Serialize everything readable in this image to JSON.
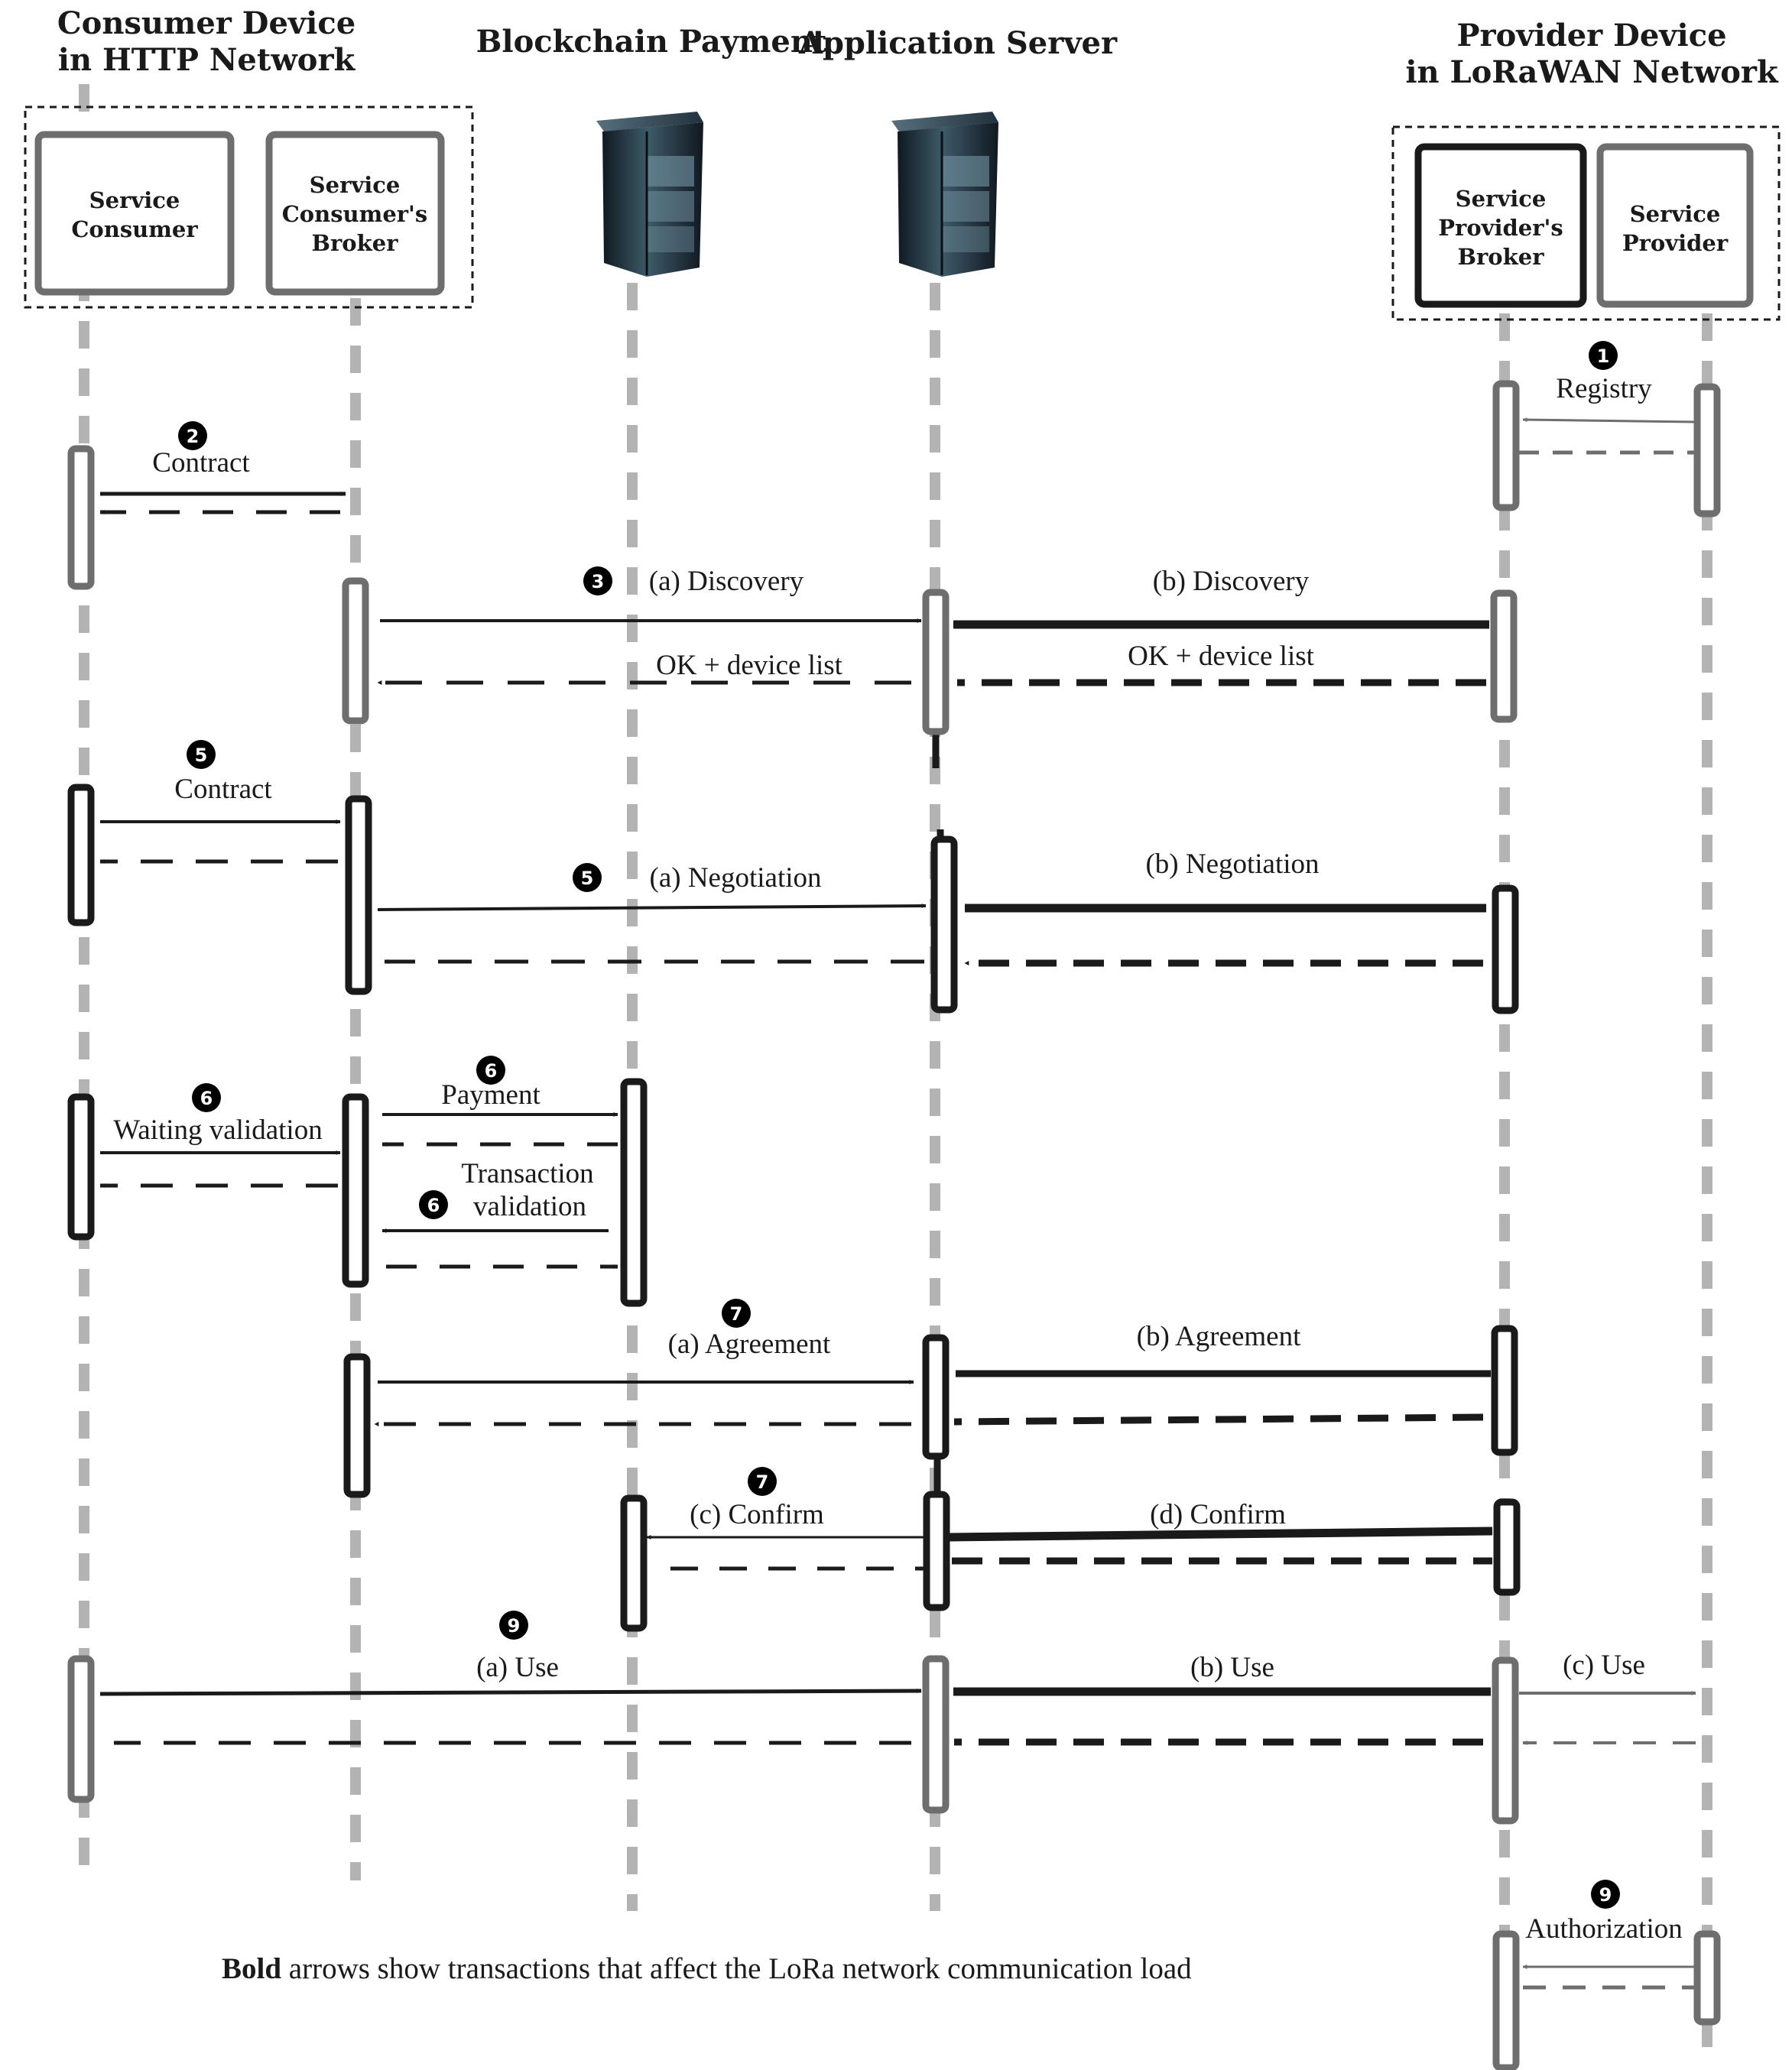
{
  "headers": {
    "consumer_line1": "Consumer  Device",
    "consumer_line2": "in HTTP Network",
    "blockchain": "Blockchain Payment",
    "app_server": "Application  Server",
    "provider_line1": "Provider  Device",
    "provider_line2": "in LoRaWAN Network"
  },
  "boxes": {
    "service_consumer": [
      "Service",
      "Consumer"
    ],
    "consumer_broker": [
      "Service",
      "Consumer's",
      "Broker"
    ],
    "provider_broker": [
      "Service",
      "Provider's",
      "Broker"
    ],
    "service_provider": [
      "Service",
      "Provider"
    ]
  },
  "steps": {
    "registry": {
      "num": "1",
      "label": "Registry"
    },
    "contract1": {
      "num": "2",
      "label": "Contract"
    },
    "discovery_a": {
      "num": "3",
      "label": "(a) Discovery"
    },
    "discovery_b": {
      "label": "(b) Discovery"
    },
    "ok_list_1": {
      "label": "OK + device list"
    },
    "ok_list_2": {
      "label": "OK + device list"
    },
    "contract2": {
      "num": "5",
      "label": "Contract"
    },
    "negotiation_a": {
      "num": "5",
      "label": "(a) Negotiation"
    },
    "negotiation_b": {
      "label": "(b)  Negotiation"
    },
    "waiting": {
      "num": "6",
      "label": "Waiting validation"
    },
    "payment": {
      "num": "6",
      "label": "Payment"
    },
    "transaction": {
      "num": "6",
      "label_line1": "Transaction",
      "label_line2": "validation"
    },
    "agreement_a": {
      "num": "7",
      "label": "(a) Agreement"
    },
    "agreement_b": {
      "label": "(b)  Agreement"
    },
    "confirm_c": {
      "num": "7",
      "label": "(c) Confirm"
    },
    "confirm_d": {
      "label": "(d)  Confirm"
    },
    "use_a": {
      "num": "9",
      "label": "(a) Use"
    },
    "use_b": {
      "label": "(b)  Use"
    },
    "use_c": {
      "label": "(c)  Use"
    },
    "authorization": {
      "num": "9",
      "label": "Authorization"
    }
  },
  "footnote": {
    "bold": "Bold",
    "rest": " arrows show transactions that affect the LoRa network communication load"
  },
  "colors": {
    "black": "#1a1a1a",
    "gray": "#6e6e6e",
    "lifeline": "#b3b3b3",
    "server_dark": "#1d2a33",
    "server_light": "#5a7a8a"
  }
}
